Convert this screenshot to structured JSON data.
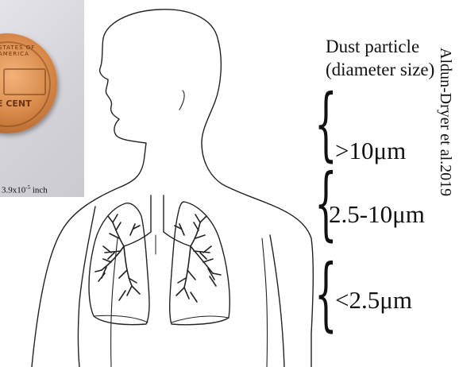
{
  "photo": {
    "caption_prefix": "3.9x10",
    "caption_exponent": "-5",
    "caption_suffix": " inch",
    "coin_text_top": "STATES OF AMERICA",
    "coin_text_bottom": "E CENT"
  },
  "legend": {
    "title_line1": "Dust particle",
    "title_line2": "(diameter size)",
    "ranges": [
      {
        "label": ">10μm"
      },
      {
        "label": "2.5-10μm"
      },
      {
        "label": "<2.5μm"
      }
    ]
  },
  "citation": "Aldun-Dryer et al.2019"
}
